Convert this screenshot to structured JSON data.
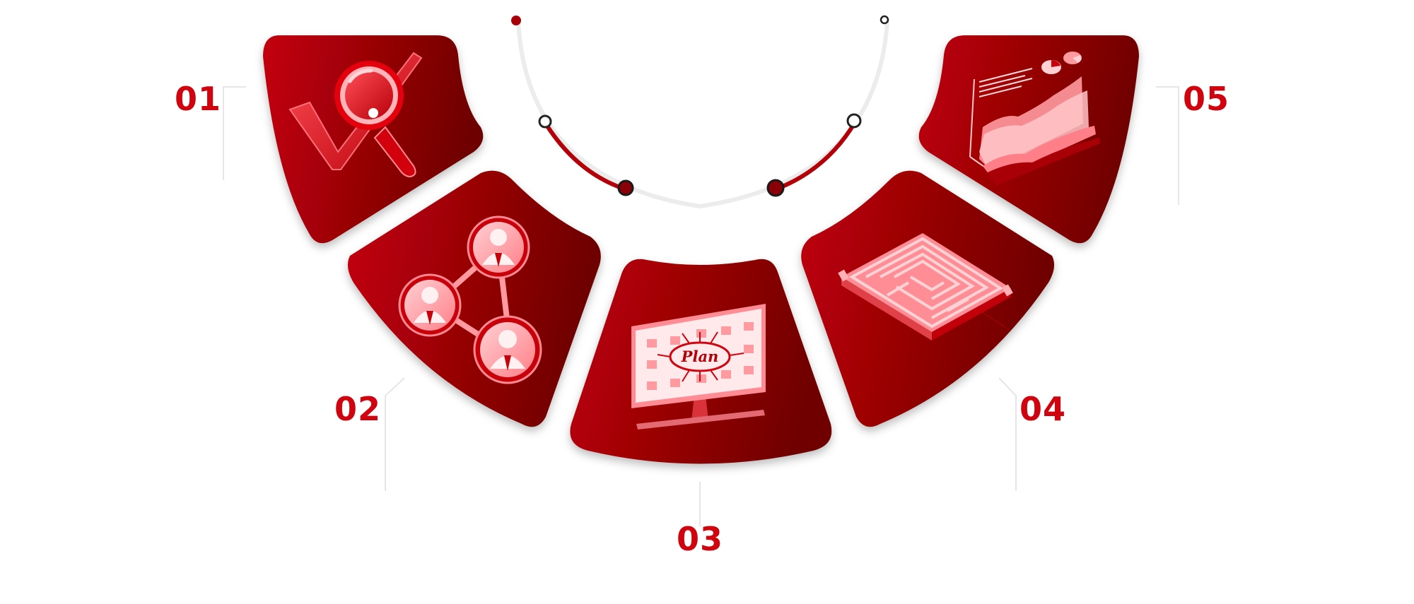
{
  "diagram": {
    "colors": {
      "accent": "#d0040f",
      "panel_light": "#c40009",
      "panel_dark": "#6e0003",
      "icon_fill": "#ff9ea4",
      "track": "#eeeeee"
    },
    "steps": [
      {
        "number": "01",
        "icon": "magnifier-check-icon"
      },
      {
        "number": "02",
        "icon": "people-network-icon"
      },
      {
        "number": "03",
        "icon": "plan-screen-icon",
        "icon_text": "Plan"
      },
      {
        "number": "04",
        "icon": "maze-icon"
      },
      {
        "number": "05",
        "icon": "area-chart-icon"
      }
    ]
  }
}
